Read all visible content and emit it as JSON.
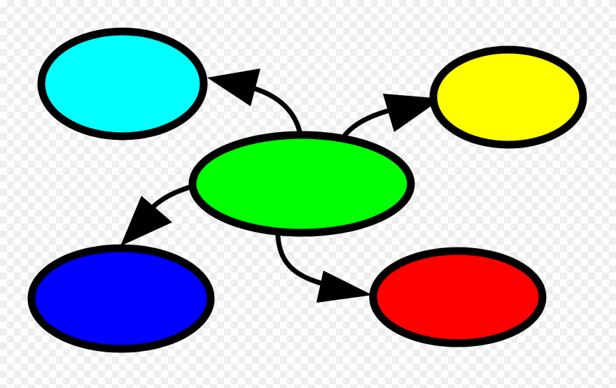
{
  "diagram": {
    "type": "mind-map",
    "background": "transparent-checkerboard",
    "outline_color": "#000000",
    "nodes": [
      {
        "id": "center",
        "role": "central-topic",
        "color": "#00ff00"
      },
      {
        "id": "top-left",
        "role": "branch",
        "color": "#00ffff"
      },
      {
        "id": "top-right",
        "role": "branch",
        "color": "#ffff00"
      },
      {
        "id": "bottom-left",
        "role": "branch",
        "color": "#0000ff"
      },
      {
        "id": "bottom-right",
        "role": "branch",
        "color": "#ff0000"
      }
    ],
    "edges": [
      {
        "from": "center",
        "to": "top-left",
        "arrowhead": true
      },
      {
        "from": "center",
        "to": "top-right",
        "arrowhead": true
      },
      {
        "from": "center",
        "to": "bottom-left",
        "arrowhead": true
      },
      {
        "from": "center",
        "to": "bottom-right",
        "arrowhead": true
      }
    ]
  }
}
